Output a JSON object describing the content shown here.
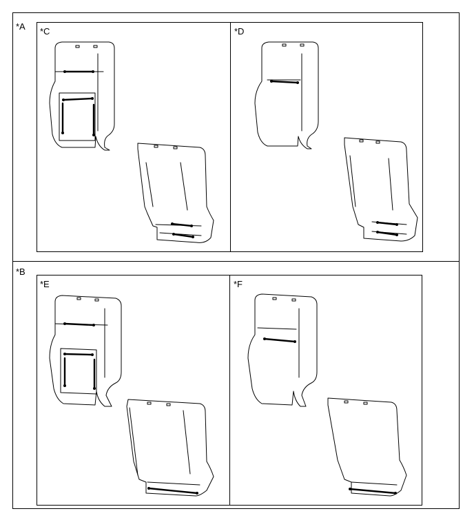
{
  "sections": {
    "a": {
      "label": "*A"
    },
    "b": {
      "label": "*B"
    }
  },
  "panels": {
    "c": {
      "label": "*C"
    },
    "d": {
      "label": "*D"
    },
    "e": {
      "label": "*E"
    },
    "f": {
      "label": "*F"
    }
  }
}
